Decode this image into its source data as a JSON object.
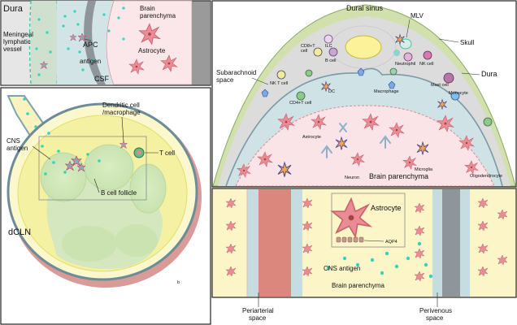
{
  "panels": {
    "meningeal": {
      "dura": "Dura",
      "vessel": "Meningeal\nlymphatic\nvessel",
      "apc": "APC",
      "antigen": "antigen",
      "csf": "CSF",
      "brain": "Brain\nparenchyma",
      "astrocyte": "Astrocyte"
    },
    "lymph_node": {
      "dendritic": "Dendritic cell\n/macrophage",
      "cns_antigen": "CNS\nantigen",
      "t_cell": "T cell",
      "b_follicle": "B cell follicle",
      "dcln": "dCLN",
      "b_mark": "b"
    },
    "cross_section": {
      "dural_sinus": "Dural sinus",
      "mlv": "MLV",
      "skull": "Skull",
      "subarachnoid": "Subarachnoid\nspace",
      "dura": "Dura",
      "cd8": "CD8+T\ncell",
      "ilc": "ILC",
      "b_cell": "B cell",
      "neutrophil": "Neutrophil",
      "nk_cell": "NK cell",
      "nk_t": "NK T cell",
      "mast": "Mast cell",
      "cd4": "CD4+T cell",
      "dc": "DC",
      "macrophage": "Macrophage",
      "monocyte": "Monocyte",
      "astrocyte": "Astrocyte",
      "neuron": "Neuron",
      "brain": "Brain parenchyma",
      "microglia": "Microglia",
      "oligo": "Oligodendrocyte"
    },
    "perivascular": {
      "astrocyte": "Astrocyte",
      "aqp4": "AQP4",
      "cns_antigen": "CNS antigen",
      "brain": "Brain parenchyma",
      "periarterial": "Periarterial\nspace",
      "perivenous": "Perivenous\nspace"
    }
  },
  "colors": {
    "dura": "#e3e3e3",
    "csf": "#cfe3e8",
    "parenchyma": "#fbe6ea",
    "astro": "#e8888f",
    "antigen": "#35d2c1",
    "yellow": "#fbf6c4",
    "skull": "#d6e2b5",
    "vessel_red": "#d9827a",
    "vessel_grey": "#8c969d"
  }
}
